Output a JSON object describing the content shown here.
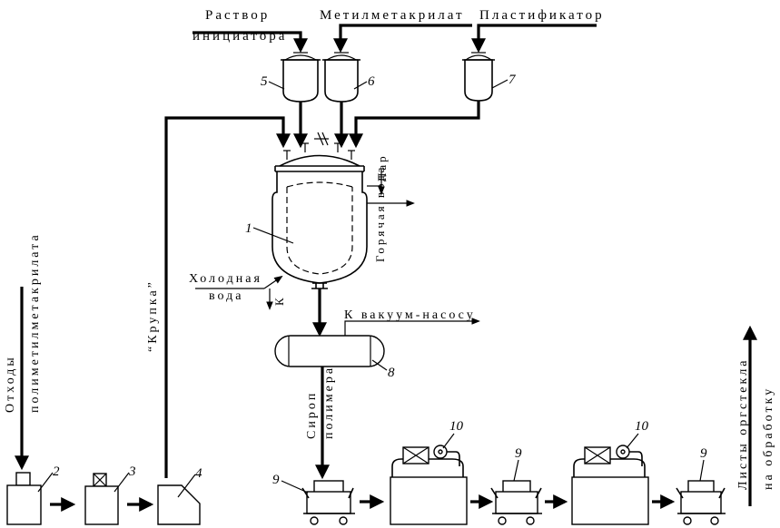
{
  "labels": {
    "initiator_solution_line1": "Раствор",
    "initiator_solution_line2": "инициатора",
    "methyl_methacrylate": "Метилметакрилат",
    "plasticizer": "Пластификатор",
    "steam": "Пар",
    "hot_water": "Горячая вода",
    "cold_water_line1": "Холодная",
    "cold_water_line2": "вода",
    "k_letter": "К",
    "to_vacuum_pump": "К вакуум-насосу",
    "crumb": "“Крупка”",
    "waste_line1": "Отходы",
    "waste_line2": "полиметилметакрилата",
    "syrup_line1": "Сироп",
    "syrup_line2": "полимера",
    "sheets_line1": "Листы оргстекла",
    "sheets_line2": "на обработку"
  },
  "numbers": {
    "reactor": "1",
    "crusher": "2",
    "grinder": "3",
    "hopper": "4",
    "tank_initiator": "5",
    "tank_monomer": "6",
    "tank_plasticizer": "7",
    "receiver": "8",
    "cart_1": "9",
    "cart_2": "9",
    "cart_3": "9",
    "oven_1": "10",
    "oven_2": "10"
  }
}
